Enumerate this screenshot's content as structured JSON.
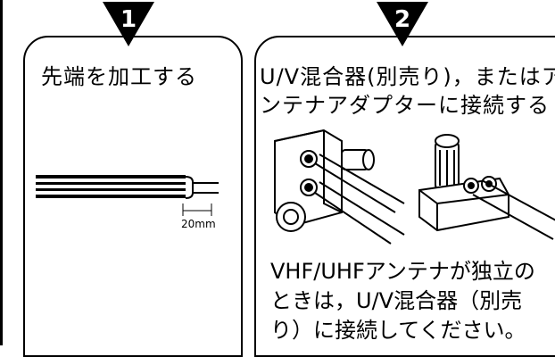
{
  "step1": {
    "number": "1",
    "title": "先端を加工する",
    "dimension": "20mm"
  },
  "step2": {
    "number": "2",
    "title_line1": "U/V混合器(別売り)，またはア",
    "title_line2": "ンテナアダプターに接続する",
    "note_line1": "VHF/UHFアンテナが独立の",
    "note_line2": "ときは，U/V混合器（別売",
    "note_line3": "り）に接続してください。"
  },
  "icons": [
    "step-number-1-icon",
    "step-number-2-icon",
    "feeder-cable-illustration",
    "uv-mixer-illustration",
    "antenna-adapter-illustration"
  ]
}
